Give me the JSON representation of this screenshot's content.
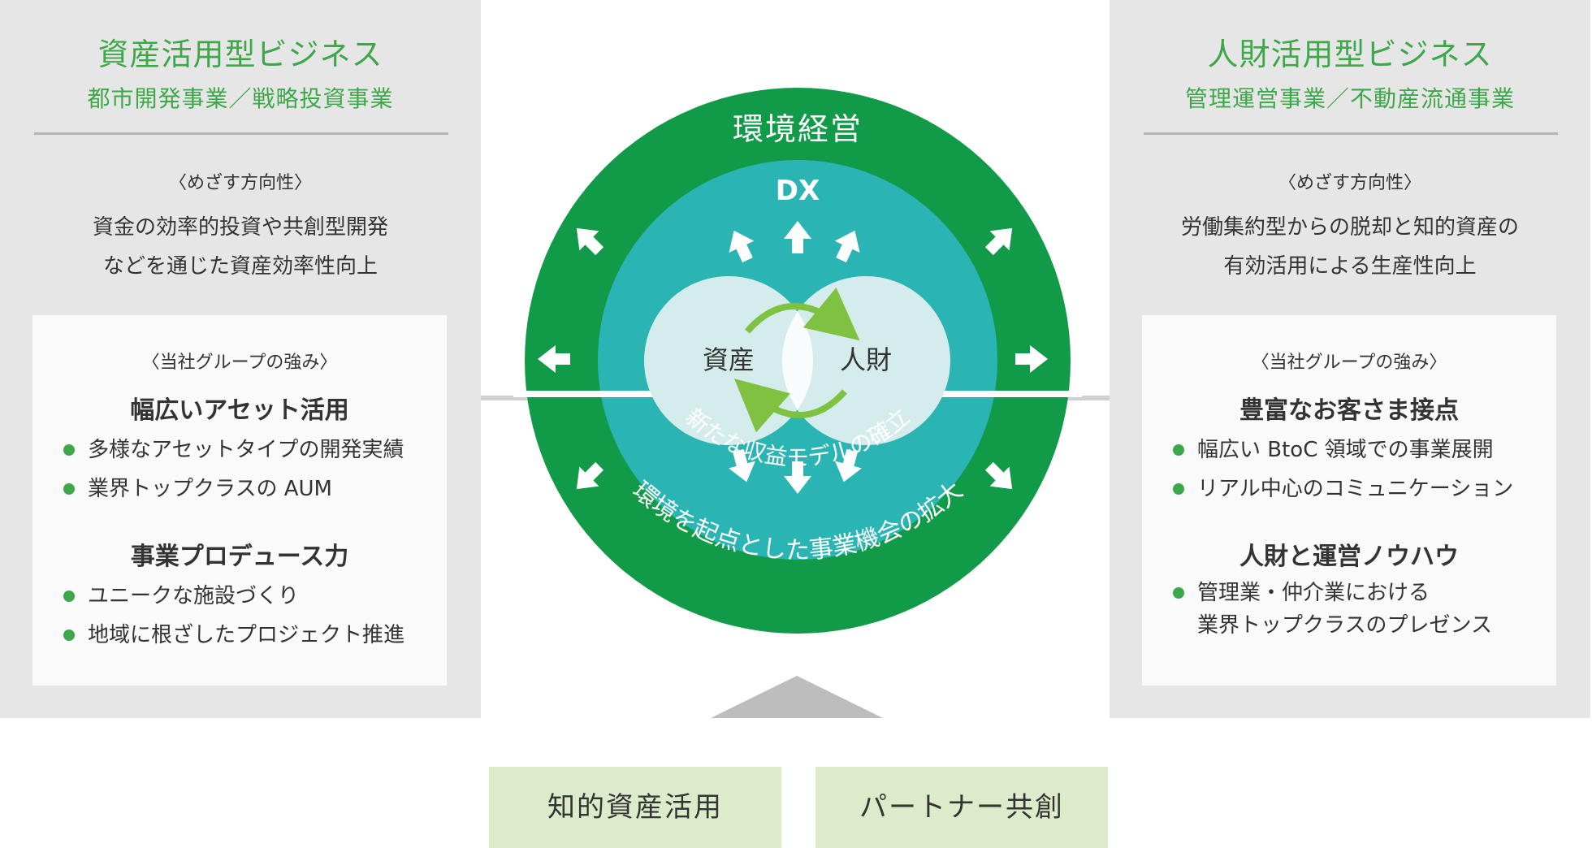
{
  "left_panel": {
    "title": "資産活用型ビジネス",
    "subtitle": "都市開発事業／戦略投資事業",
    "direction_heading": "〈めざす方向性〉",
    "direction_lines": [
      "資金の効率的投資や共創型開発",
      "などを通じた資産効率性向上"
    ],
    "strengths_heading": "〈当社グループの強み〉",
    "groups": [
      {
        "title": "幅広いアセット活用",
        "bullets": [
          "多様なアセットタイプの開発実績",
          "業界トップクラスの AUM"
        ]
      },
      {
        "title": "事業プロデュース力",
        "bullets": [
          "ユニークな施設づくり",
          "地域に根ざしたプロジェクト推進"
        ]
      }
    ]
  },
  "right_panel": {
    "title": "人財活用型ビジネス",
    "subtitle": "管理運営事業／不動産流通事業",
    "direction_heading": "〈めざす方向性〉",
    "direction_lines": [
      "労働集約型からの脱却と知的資産の",
      "有効活用による生産性向上"
    ],
    "strengths_heading": "〈当社グループの強み〉",
    "groups": [
      {
        "title": "豊富なお客さま接点",
        "bullets": [
          "幅広い BtoC 領域での事業展開",
          "リアル中心のコミュニケーション"
        ]
      },
      {
        "title": "人財と運営ノウハウ",
        "bullets": [
          [
            "管理業・仲介業における",
            "業界トップクラスのプレゼンス"
          ]
        ]
      }
    ]
  },
  "diagram": {
    "outer_label": "環境経営",
    "inner_label": "DX",
    "left_circle_label": "資産",
    "right_circle_label": "人財",
    "inner_arc_label": "新たな収益モデルの確立",
    "outer_arc_label": "環境を起点とした事業機会の拡大",
    "colors": {
      "outer_ring": "#119a48",
      "inner_ring": "#2bb4b4",
      "circles": "#d5ecec",
      "cycle_arrows": "#7fc241",
      "accent_text": "#3da84a",
      "base_box": "#dcebc9",
      "panel_bg": "#e6e6e6",
      "triangle": "#bdbdbd"
    }
  },
  "foundation": {
    "left": "知的資産活用",
    "right": "パートナー共創"
  }
}
